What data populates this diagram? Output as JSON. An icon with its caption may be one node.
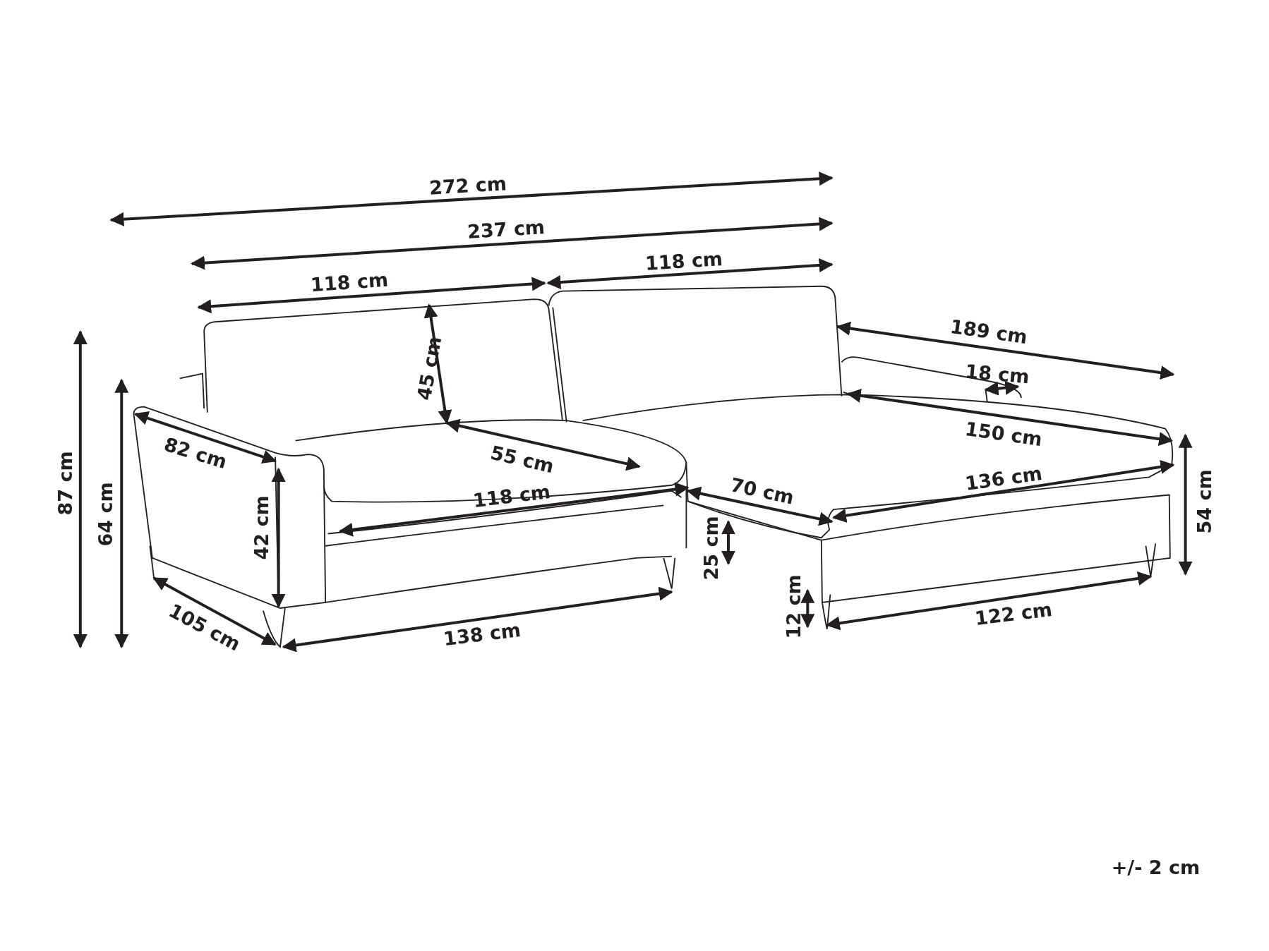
{
  "diagram": {
    "labels": [
      "272 cm",
      "237 cm",
      "118 cm",
      "118 cm",
      "189 cm",
      "45 cm",
      "18 cm",
      "87 cm",
      "64 cm",
      "82 cm",
      "150 cm",
      "55 cm",
      "54 cm",
      "70 cm",
      "136 cm",
      "118 cm",
      "42 cm",
      "25 cm",
      "105 cm",
      "138 cm",
      "12 cm",
      "122 cm",
      "+/- 2 cm"
    ]
  }
}
